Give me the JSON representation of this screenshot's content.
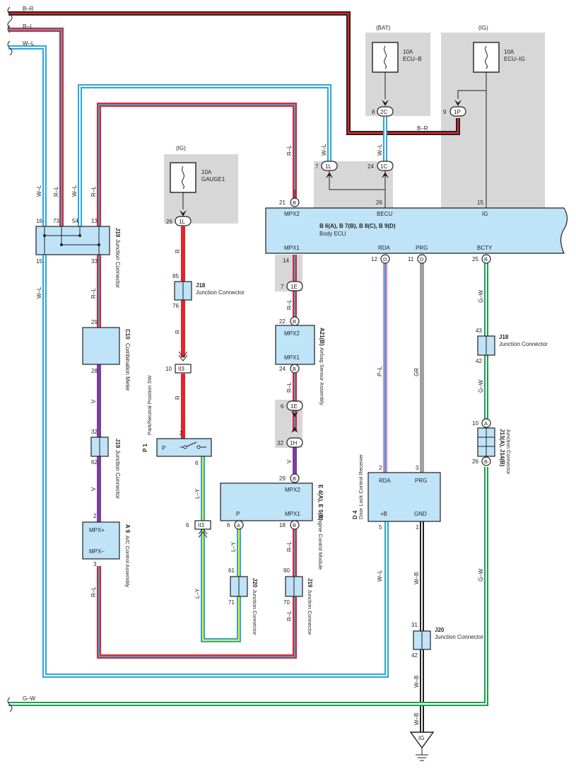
{
  "fuses": {
    "bat": {
      "source": "(BAT)",
      "rating": "10A",
      "name": "ECU–B"
    },
    "ig": {
      "source": "(IG)",
      "rating": "10A",
      "name": "ECU–IG"
    },
    "gauge": {
      "source": "(IG)",
      "rating": "10A",
      "name": "GAUGE1"
    }
  },
  "harness": {
    "br": "B–R",
    "rl": "R–L",
    "wl": "W–L",
    "gw": "G–W"
  },
  "body_ecu": {
    "title": "B 6(A), B 7(B), B 8(C), B 9(D)",
    "name": "Body ECU",
    "pins": {
      "mpx2": "MPX2",
      "becu": "BECU",
      "ig": "IG",
      "mpx1": "MPX1",
      "rda": "RDA",
      "prg": "PRG",
      "bcty": "BCTY"
    },
    "pin_numbers": {
      "mpx2": "21",
      "becu": "26",
      "ig": "15",
      "mpx1": "14",
      "rda": "12",
      "prg": "11",
      "bcty": "25"
    }
  },
  "connectors": {
    "c2C": "2C",
    "c1P": "1P",
    "c1L_top": "1L",
    "c1C": "1C",
    "c1L": "1L",
    "c1E_a": "1E",
    "c1E_b": "1E",
    "c1H": "1H",
    "B": "B",
    "D": "D",
    "A": "A",
    "II3": "II3",
    "pins": {
      "p8": "8",
      "p9": "9",
      "p7": "7",
      "p24": "24",
      "p26": "26",
      "p7b": "7",
      "p22": "22",
      "p24b": "24",
      "p6": "6",
      "p32": "32",
      "p29": "29",
      "p18": "18",
      "p6a": "6",
      "p6b": "6",
      "p10": "10",
      "p12": "12",
      "p11": "11",
      "p25": "25",
      "p10b": "10",
      "p26b": "26"
    }
  },
  "components": {
    "j19_top": {
      "code": "J19",
      "name": "Junction Connector",
      "pins": [
        "16",
        "73",
        "54",
        "13",
        "15",
        "33"
      ]
    },
    "c10": {
      "code": "C10",
      "name": "Combination Meter",
      "pins": [
        "29",
        "28"
      ]
    },
    "j19_mid": {
      "code": "J19",
      "name": "Junction Connector",
      "pins": [
        "32",
        "62"
      ]
    },
    "a9": {
      "code": "A 9",
      "name": "A/C Control Assembly",
      "labels": [
        "MPX+",
        "MPX–"
      ],
      "pins": [
        "2",
        "3"
      ]
    },
    "j18_left": {
      "code": "J18",
      "name": "Junction Connector",
      "pins": [
        "85",
        "76"
      ]
    },
    "p1": {
      "code": "P 1",
      "name": "Park/Neutral Position SW",
      "label": "P",
      "pins": [
        "2",
        "6"
      ]
    },
    "a21": {
      "code": "A21(B)",
      "name": "Airbag Sensor Assembly",
      "labels": [
        "MPX2",
        "MPX1"
      ]
    },
    "e4": {
      "code": "E 4(A), E 5(B)",
      "name": "Engine Control Module",
      "labels": [
        "MPX2",
        "P",
        "MPX1"
      ]
    },
    "j20_left": {
      "code": "J20",
      "name": "Junction Connector",
      "pins": [
        "61",
        "71"
      ]
    },
    "j19_bot": {
      "code": "J19",
      "name": "Junction Connector",
      "pins": [
        "90",
        "70"
      ]
    },
    "d4": {
      "code": "D 4",
      "name": "Door Lock Control Receiver",
      "labels": [
        "RDA",
        "PRG",
        "+B",
        "GND"
      ],
      "pins": [
        "2",
        "3",
        "5",
        "1"
      ]
    },
    "j20_right": {
      "code": "J20",
      "name": "Junction Connector",
      "pins": [
        "31",
        "42"
      ]
    },
    "j18_right": {
      "code": "J18",
      "name": "Junction Connector",
      "pins": [
        "43",
        "42"
      ]
    },
    "j13": {
      "code": "J13(A), J14(B)",
      "name": "Junction Connector"
    },
    "ground": {
      "label": "IG"
    }
  },
  "wire_labels": {
    "r": "R",
    "v": "V",
    "ly": "L–Y",
    "pl": "P–L",
    "gr": "GR",
    "wb": "W–B"
  },
  "colors": {
    "black": "#231f20",
    "red": "#e8222a",
    "blue": "#2aa7dd",
    "purple": "#7b3f99",
    "green": "#1aa14b",
    "gray": "#9d9fa2",
    "yellow": "#f6eb13",
    "pink": "#ee7fb0",
    "lightblue": "#bfe3f7",
    "shade": "#d7d7d8"
  }
}
